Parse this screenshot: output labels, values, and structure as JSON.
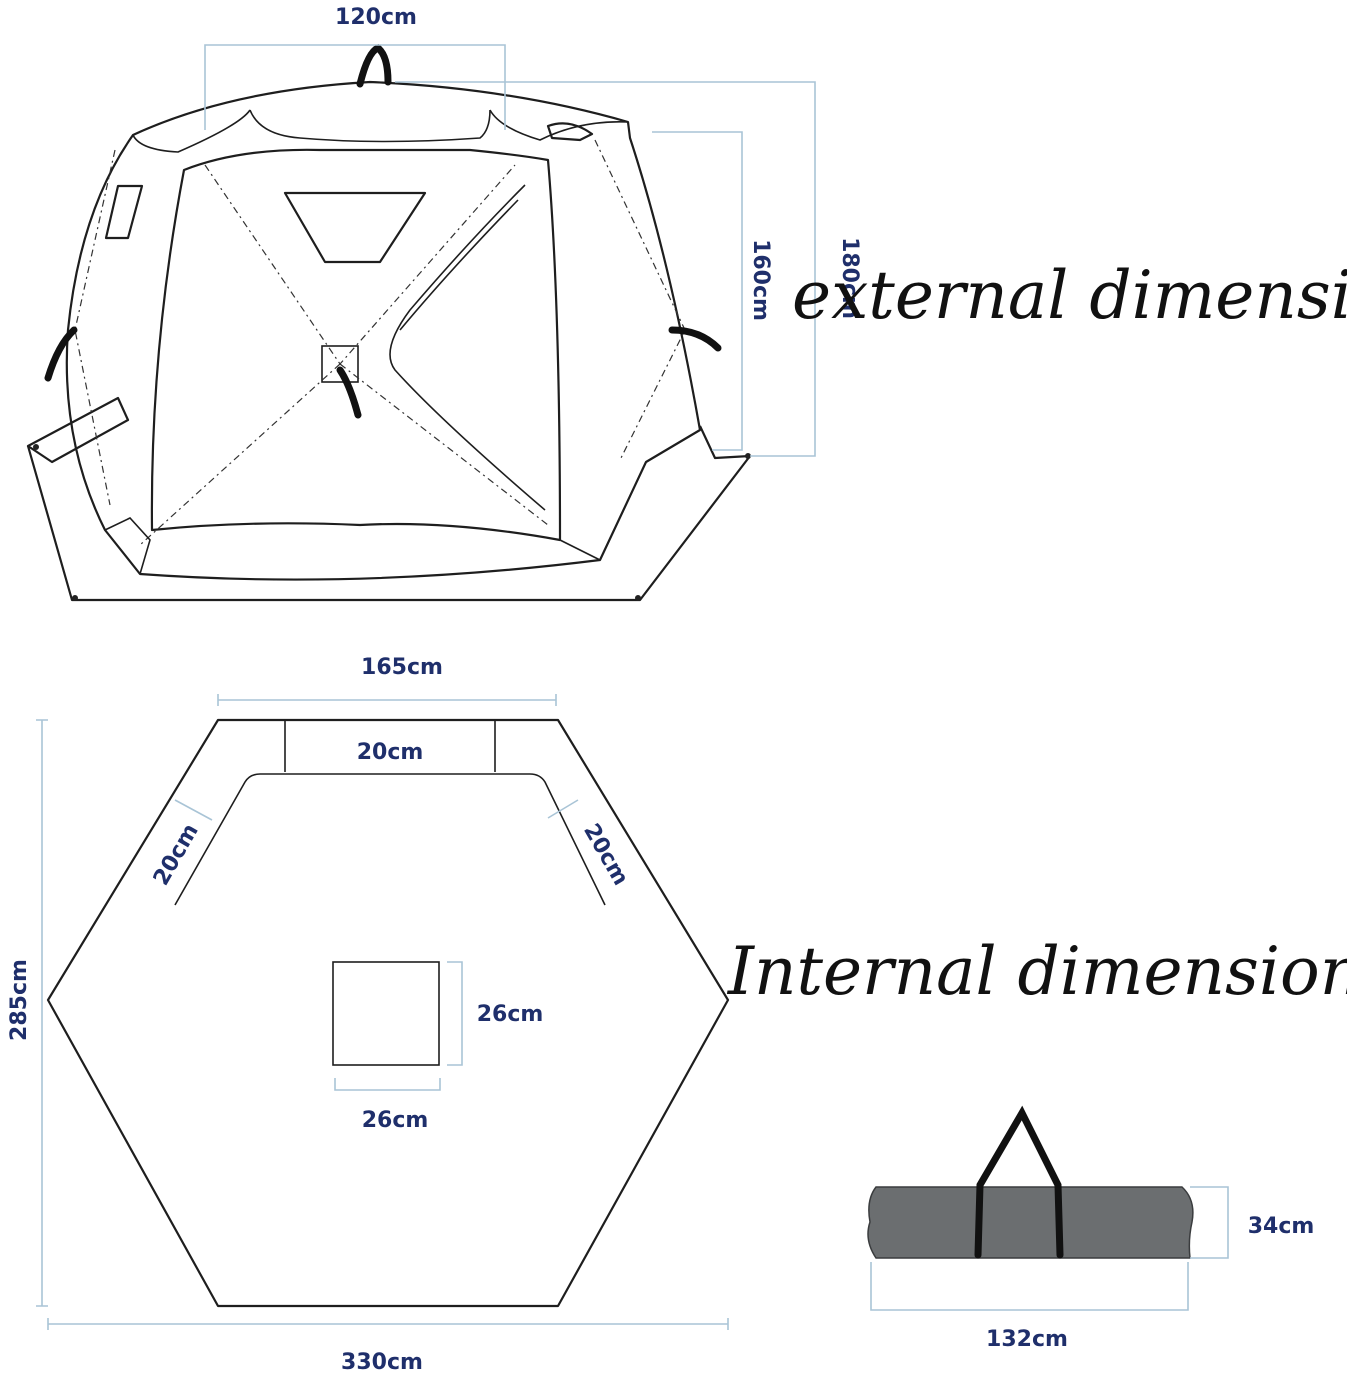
{
  "headings": {
    "external": "external dimensions",
    "internal": "Internal dimensions"
  },
  "external": {
    "top_width": "120cm",
    "side_height": "160cm",
    "total_height": "180cm"
  },
  "floor": {
    "top_edge": "165cm",
    "inset_top": "20cm",
    "inset_left": "20cm",
    "inset_right": "20cm",
    "depth": "285cm",
    "width": "330cm",
    "hole_height": "26cm",
    "hole_width": "26cm"
  },
  "bag": {
    "height": "34cm",
    "length": "132cm",
    "color": "#6b6e70"
  },
  "colors": {
    "dimension_text": "#1f2f6b",
    "dimension_line": "#a9c4d6",
    "outline": "#1e1e1e"
  }
}
